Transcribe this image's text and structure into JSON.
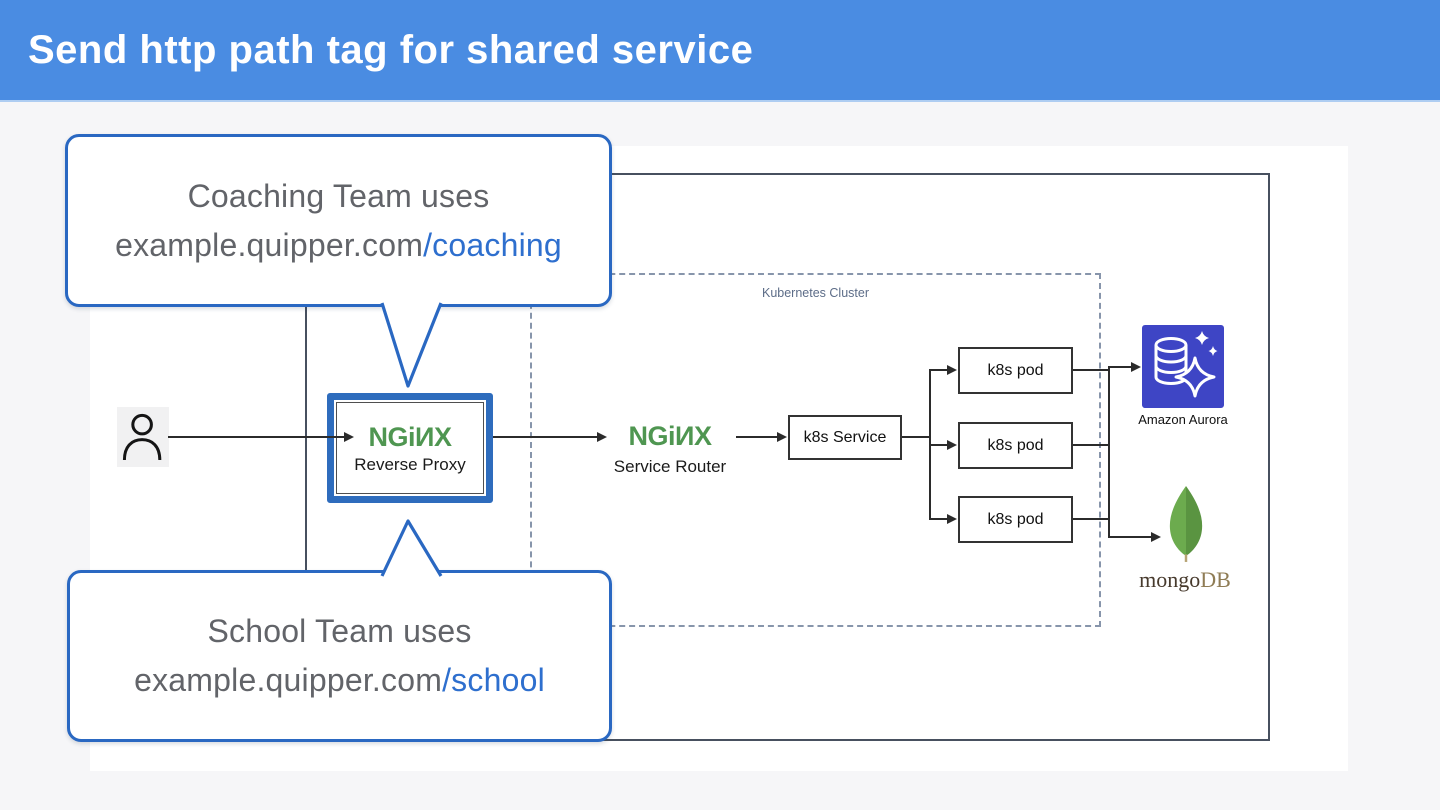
{
  "header": {
    "title": "Send http path tag for shared service"
  },
  "callouts": {
    "top": {
      "line1": "Coaching Team uses",
      "url_prefix": "example.quipper.com",
      "url_path": "/coaching"
    },
    "bottom": {
      "line1": "School Team uses",
      "url_prefix": "example.quipper.com",
      "url_path": "/school"
    }
  },
  "diagram": {
    "cluster_label": "Kubernetes Cluster",
    "reverse_proxy": {
      "logo": "NGiИX",
      "label": "Reverse Proxy"
    },
    "service_router": {
      "logo": "NGiИX",
      "label": "Service Router"
    },
    "k8s_service_label": "k8s Service",
    "pods": [
      "k8s pod",
      "k8s pod",
      "k8s pod"
    ],
    "aurora_label": "Amazon Aurora",
    "mongodb_label_prefix": "mongo",
    "mongodb_label_suffix": "DB"
  },
  "colors": {
    "header_blue": "#4a8ce2",
    "callout_border_blue": "#2a68c2",
    "link_blue": "#2e6fce",
    "nginx_green": "#4f9651",
    "aurora_indigo": "#3e45c5",
    "mongo_leaf_green": "#6cab4e",
    "mongo_leaf_dark": "#5a9441",
    "mongo_text_brown": "#473a2d",
    "mongo_db_tan": "#8f7c55",
    "line_dark": "#2b2b2b",
    "frame_slate": "#47505f",
    "cluster_dash": "#8795ab",
    "text_gray": "#626469"
  }
}
